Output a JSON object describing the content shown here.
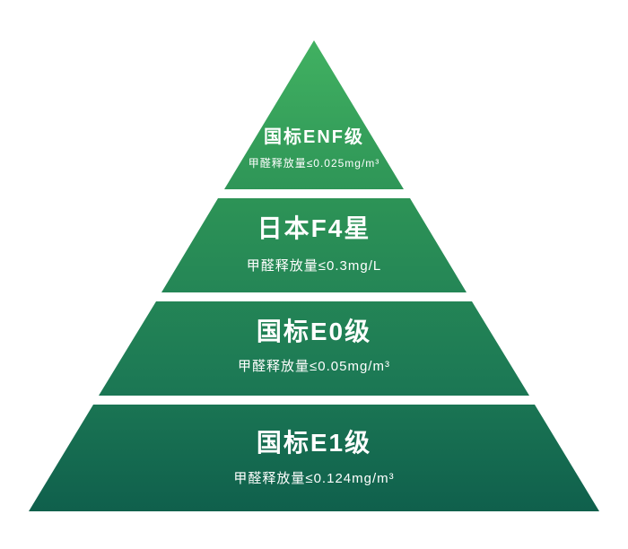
{
  "page": {
    "background_color": "#ffffff"
  },
  "pyramid": {
    "gradient": {
      "top_color": "#41b161",
      "upper_mid_color": "#2c9256",
      "lower_mid_color": "#1d7a55",
      "bottom_color": "#0f5f4c"
    },
    "tiers": [
      {
        "title": "国标ENF级",
        "subtitle": "甲醛释放量≤0.025mg/m³"
      },
      {
        "title": "日本F4星",
        "subtitle": "甲醛释放量≤0.3mg/L"
      },
      {
        "title": "国标E0级",
        "subtitle": "甲醛释放量≤0.05mg/m³"
      },
      {
        "title": "国标E1级",
        "subtitle": "甲醛释放量≤0.124mg/m³"
      }
    ]
  }
}
